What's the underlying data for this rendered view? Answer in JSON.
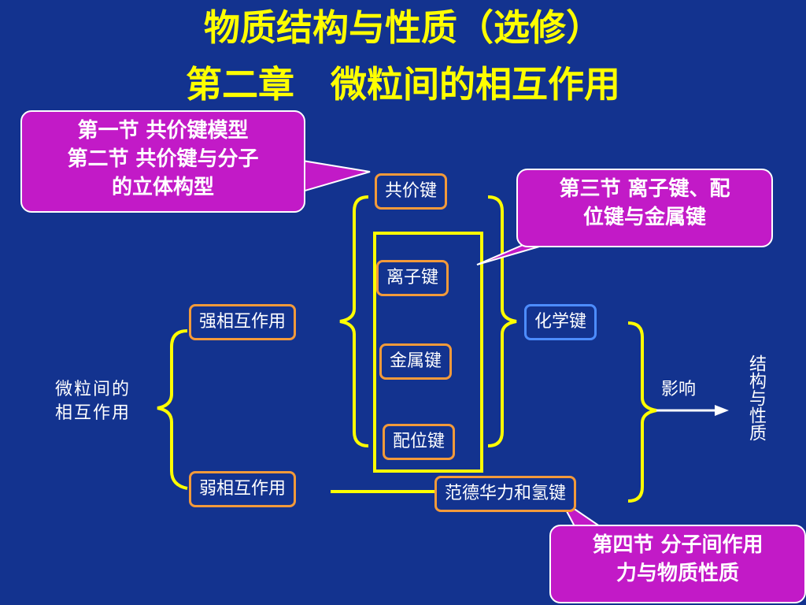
{
  "title": {
    "line1": "物质结构与性质（选修）",
    "line2": "第二章　微粒间的相互作用"
  },
  "callouts": {
    "c1": {
      "line1": "第一节  共价键模型",
      "line2": "第二节 共价键与分子",
      "line3": "的立体构型"
    },
    "c2": {
      "line1": "第三节  离子键、配",
      "line2": "位键与金属键"
    },
    "c3": {
      "line1": "第四节  分子间作用",
      "line2": "力与物质性质"
    }
  },
  "nodes": {
    "root_line1": "微粒间的",
    "root_line2": "相互作用",
    "strong": "强相互作用",
    "weak": "弱相互作用",
    "covalent": "共价键",
    "ionic": "离子键",
    "metallic": "金属键",
    "coordinate": "配位键",
    "chemical": "化学键",
    "vdw": "范德华力和氢键",
    "influence": "影响",
    "result": "结构与性质"
  },
  "colors": {
    "background": "#13338f",
    "title": "#ffff00",
    "bracket": "#ffff00",
    "box_border": "#f39a3a",
    "callout": "#c21ac7"
  }
}
